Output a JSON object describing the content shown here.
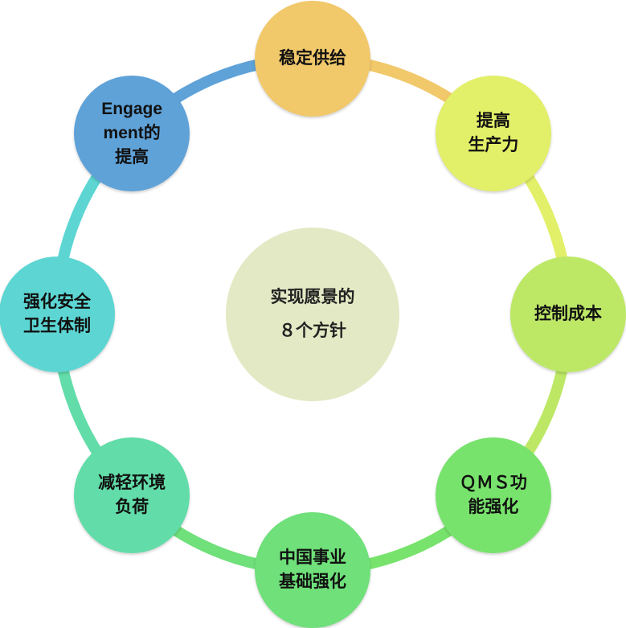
{
  "center": {
    "lines": [
      "实现愿景的",
      "８个方针"
    ],
    "color": "#e3e9c4"
  },
  "nodes": [
    {
      "id": "stable-supply",
      "lines": [
        "稳定供给"
      ],
      "color": "#f1c86a"
    },
    {
      "id": "productivity",
      "lines": [
        "提高",
        "生产力"
      ],
      "color": "#e2ef68"
    },
    {
      "id": "cost-control",
      "lines": [
        "控制成本"
      ],
      "color": "#bde866"
    },
    {
      "id": "qms",
      "lines": [
        "ＱＭＳ功",
        "能强化"
      ],
      "color": "#78e36c"
    },
    {
      "id": "china-business",
      "lines": [
        "中国事业",
        "基础强化"
      ],
      "color": "#6fe07a"
    },
    {
      "id": "environment",
      "lines": [
        "减轻环境",
        "负荷"
      ],
      "color": "#62dca8"
    },
    {
      "id": "safety-health",
      "lines": [
        "强化安全",
        "卫生体制"
      ],
      "color": "#5dd6d3"
    },
    {
      "id": "engagement",
      "lines": [
        "Engage",
        "ment的",
        "提高"
      ],
      "color": "#5fa2d8"
    }
  ]
}
